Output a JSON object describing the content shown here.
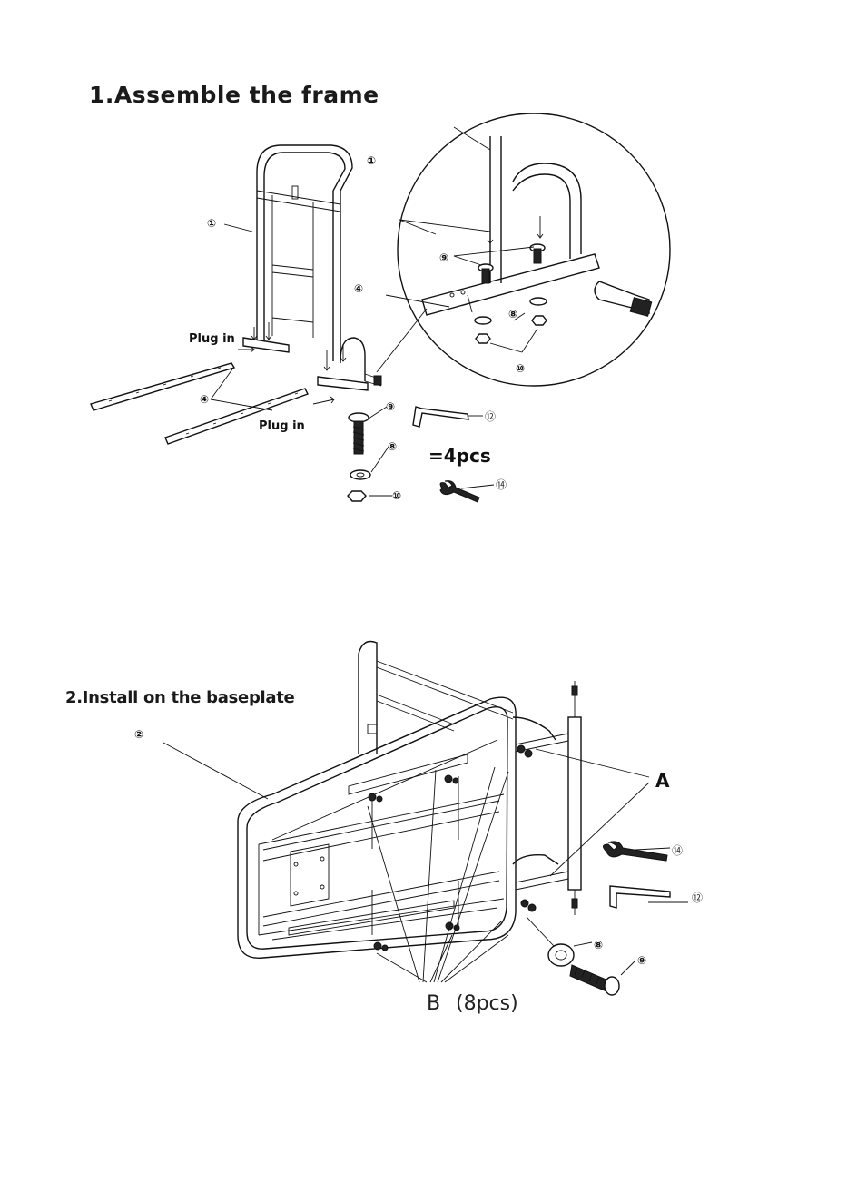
{
  "step1": {
    "title": "1.Assemble the frame",
    "callouts": {
      "frame": "①",
      "rail": "④",
      "washer": "⑧",
      "bolt": "⑨",
      "nut": "⑩",
      "hex_key": "⑫",
      "wrench": "⑭"
    },
    "plug_in_left": "Plug in",
    "plug_in_right": "Plug in",
    "quantity": "=4pcs"
  },
  "step2": {
    "title": "2.Install on the baseplate",
    "callouts": {
      "baseplate": "②",
      "washer": "⑧",
      "bolt": "⑨",
      "hex_key": "⑫",
      "wrench": "⑭"
    },
    "label_a": "A",
    "label_b": "B",
    "label_b_count": "(8pcs)"
  }
}
